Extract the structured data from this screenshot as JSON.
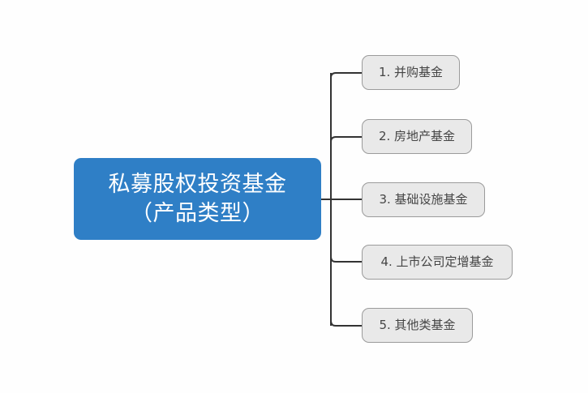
{
  "diagram": {
    "type": "mindmap",
    "background_color": "#fefefe",
    "root": {
      "text": "私募股权投资基金\n（产品类型）",
      "line1": "私募股权投资基金",
      "line2": "（产品类型）",
      "fill_color": "#2f7fc6",
      "text_color": "#ffffff"
    },
    "connector": {
      "color": "#333333",
      "width": 2
    },
    "children": [
      {
        "index": "1",
        "label": "1. 并购基金",
        "fill_color": "#e9e9e9",
        "border_color": "#9b9b9b",
        "text_color": "#454545"
      },
      {
        "index": "2",
        "label": "2. 房地产基金",
        "fill_color": "#e9e9e9",
        "border_color": "#9b9b9b",
        "text_color": "#454545"
      },
      {
        "index": "3",
        "label": "3. 基础设施基金",
        "fill_color": "#e9e9e9",
        "border_color": "#9b9b9b",
        "text_color": "#454545"
      },
      {
        "index": "4",
        "label": "4. 上市公司定增基金",
        "fill_color": "#e9e9e9",
        "border_color": "#9b9b9b",
        "text_color": "#454545"
      },
      {
        "index": "5",
        "label": "5. 其他类基金",
        "fill_color": "#e9e9e9",
        "border_color": "#9b9b9b",
        "text_color": "#454545"
      }
    ]
  }
}
